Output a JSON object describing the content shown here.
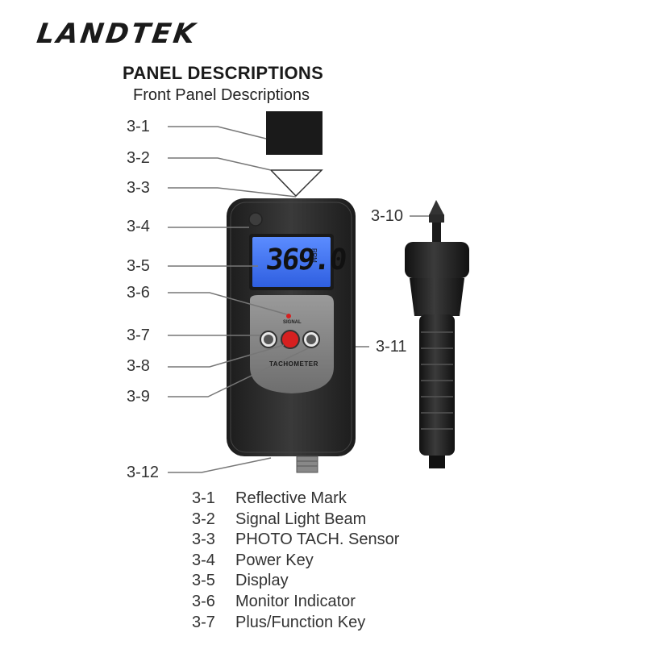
{
  "brand": "LANDTEK",
  "heading": {
    "title": "PANEL DESCRIPTIONS",
    "subtitle": "Front Panel Descriptions"
  },
  "device": {
    "display_reading": "369.0",
    "display_unit": "RPM",
    "model_label": "TACHOMETER",
    "indicator_label": "SIGNAL"
  },
  "callouts": [
    "3-1",
    "3-2",
    "3-3",
    "3-4",
    "3-5",
    "3-6",
    "3-7",
    "3-8",
    "3-9",
    "3-10",
    "3-11",
    "3-12"
  ],
  "legend": [
    {
      "code": "3-1",
      "label": "Reflective Mark"
    },
    {
      "code": "3-2",
      "label": "Signal Light Beam"
    },
    {
      "code": "3-3",
      "label": "PHOTO TACH. Sensor"
    },
    {
      "code": "3-4",
      "label": "Power Key"
    },
    {
      "code": "3-5",
      "label": "Display"
    },
    {
      "code": "3-6",
      "label": "Monitor Indicator"
    },
    {
      "code": "3-7",
      "label": "Plus/Function Key"
    }
  ],
  "colors": {
    "body": "#2b2b2b",
    "display": "#3a6ff0",
    "accent_red": "#d62020"
  }
}
